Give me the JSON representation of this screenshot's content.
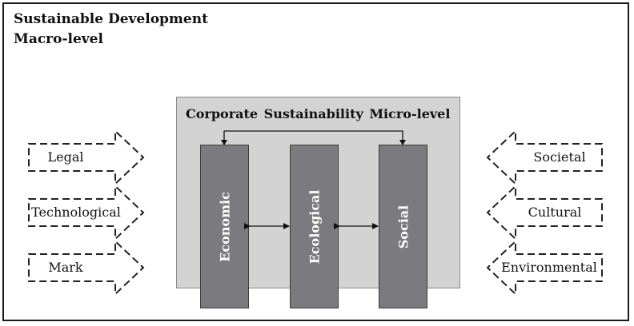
{
  "macro": {
    "title_line1": "Sustainable Development",
    "title_line2": "Macro-level"
  },
  "micro": {
    "title": "Corporate Sustainability Micro-level"
  },
  "pillars": [
    {
      "label": "Economic"
    },
    {
      "label": "Ecological"
    },
    {
      "label": "Social"
    }
  ],
  "left_arrows": [
    {
      "label": "Legal"
    },
    {
      "label": "Technological"
    },
    {
      "label": "Mark"
    }
  ],
  "right_arrows": [
    {
      "label": "Societal"
    },
    {
      "label": "Cultural"
    },
    {
      "label": "Environmental"
    }
  ]
}
